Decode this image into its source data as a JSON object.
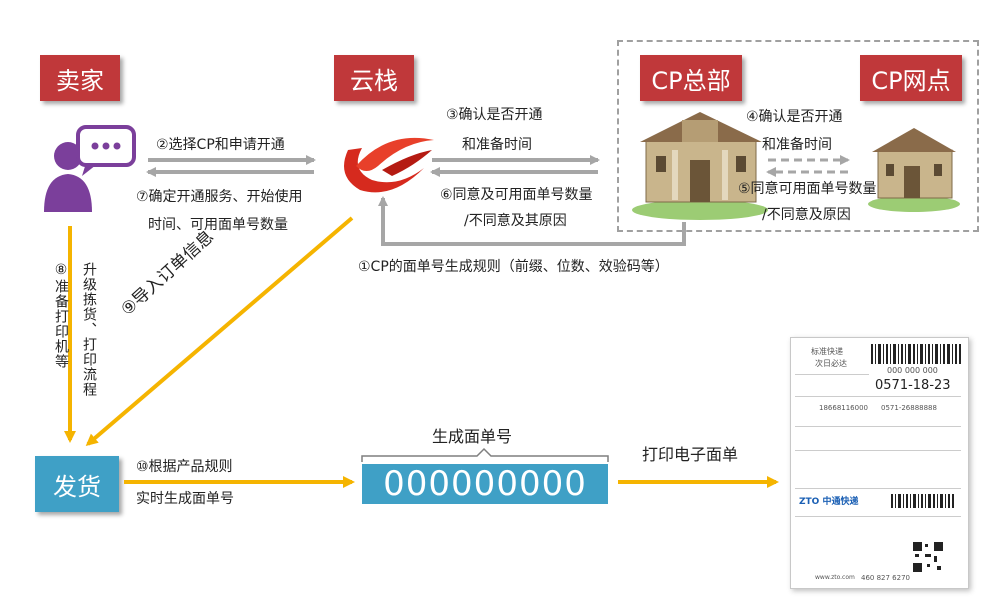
{
  "nodes": {
    "seller": "卖家",
    "yunzhan": "云栈",
    "cp_hq": "CP总部",
    "cp_branch": "CP网点",
    "ship": "发货"
  },
  "steps": {
    "s1": "①CP的面单号生成规则（前缀、位数、效验码等）",
    "s2": "②选择CP和申请开通",
    "s3_line1": "③确认是否开通",
    "s3_line2": "和准备时间",
    "s4_line1": "④确认是否开通",
    "s4_line2": "和准备时间",
    "s5_line1": "⑤同意可用面单号数量",
    "s5_line2": "/不同意及原因",
    "s6_line1": "⑥同意及可用面单号数量",
    "s6_line2": "/不同意及其原因",
    "s7_line1": "⑦确定开通服务、开始使用",
    "s7_line2": "时间、可用面单号数量",
    "s8_line1": "⑧准备打印机等",
    "s8_line2": "升级拣货、打印流程",
    "s9": "⑨导入订单信息",
    "s10_line1": "⑩根据产品规则",
    "s10_line2": "实时生成面单号"
  },
  "waybill": {
    "caption": "生成面单号",
    "number": "000000000"
  },
  "print_label": "打印电子面单",
  "label_card": {
    "header": "标准快递",
    "service": "次日必达",
    "barcode_no": "000 000 000",
    "area_code": "0571-18-23",
    "phone1": "18668116000",
    "phone2": "0571-26888888",
    "carrier_logo": "ZTO 中通快递",
    "site": "www.zto.com",
    "bottom_no": "460 827 6270"
  },
  "colors": {
    "red": "#c0383a",
    "teal": "#3fa0c6",
    "arrow_gray": "#a6a6a6",
    "arrow_yellow": "#f5b400"
  }
}
